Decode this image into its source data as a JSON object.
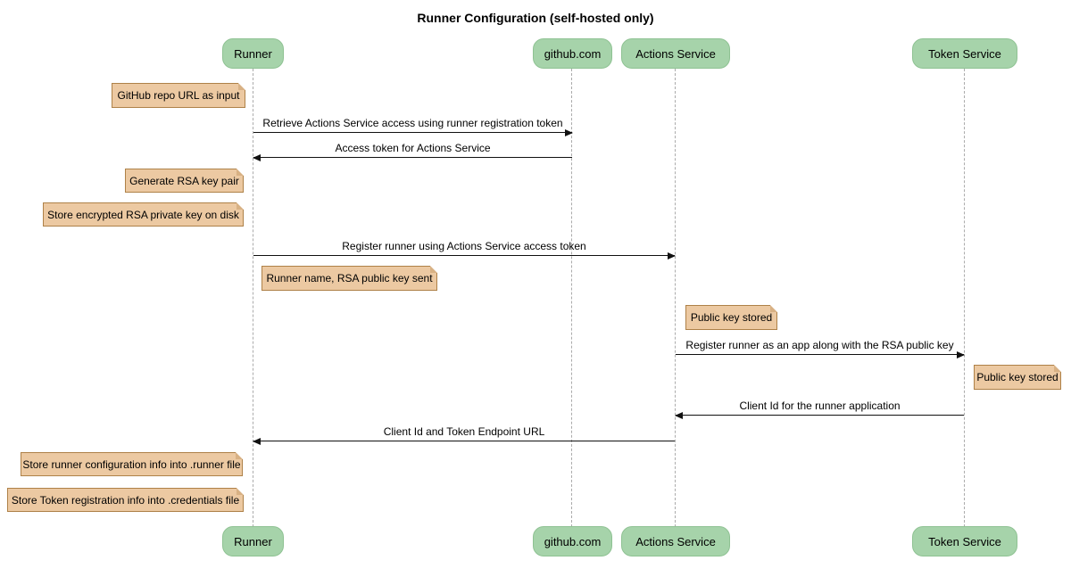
{
  "title": "Runner Configuration (self-hosted only)",
  "participants": [
    {
      "name": "Runner"
    },
    {
      "name": "github.com"
    },
    {
      "name": "Actions Service"
    },
    {
      "name": "Token Service"
    }
  ],
  "notes": [
    {
      "text": "GitHub repo URL as input",
      "attached_to": "Runner",
      "side": "left"
    },
    {
      "text": "Generate RSA key pair",
      "attached_to": "Runner",
      "side": "left"
    },
    {
      "text": "Store encrypted RSA private key on disk",
      "attached_to": "Runner",
      "side": "left"
    },
    {
      "text": "Runner name, RSA public key sent",
      "attached_to": "Runner",
      "side": "right"
    },
    {
      "text": "Public key stored",
      "attached_to": "Actions Service",
      "side": "right"
    },
    {
      "text": "Public key stored",
      "attached_to": "Token Service",
      "side": "right"
    },
    {
      "text": "Store runner configuration info into .runner file",
      "attached_to": "Runner",
      "side": "left"
    },
    {
      "text": "Store Token registration info into .credentials file",
      "attached_to": "Runner",
      "side": "left"
    }
  ],
  "messages": [
    {
      "text": "Retrieve Actions Service access using runner registration token",
      "from": "Runner",
      "to": "github.com"
    },
    {
      "text": "Access token for Actions Service",
      "from": "github.com",
      "to": "Runner"
    },
    {
      "text": "Register runner using Actions Service access token",
      "from": "Runner",
      "to": "Actions Service"
    },
    {
      "text": "Register runner as an app along with the RSA public key",
      "from": "Actions Service",
      "to": "Token Service"
    },
    {
      "text": "Client Id for the runner application",
      "from": "Token Service",
      "to": "Actions Service"
    },
    {
      "text": "Client Id and Token Endpoint URL",
      "from": "Actions Service",
      "to": "Runner"
    }
  ],
  "colors": {
    "participant_fill": "#A6D3AA",
    "participant_border": "#8FC293",
    "note_fill": "#ECC9A2",
    "note_border": "#AE8148",
    "note_fold": "#D8B184",
    "lifeline": "#ABABAB",
    "arrow": "#111111"
  }
}
